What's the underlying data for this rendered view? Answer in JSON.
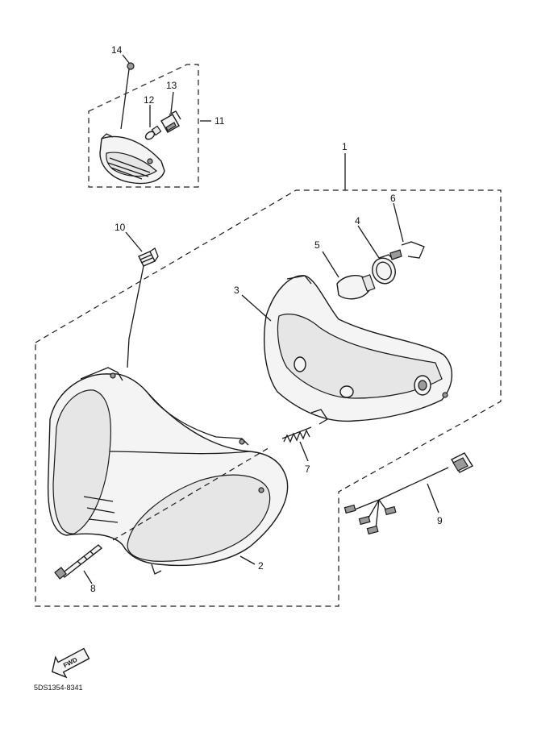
{
  "callouts": {
    "c1": "1",
    "c2": "2",
    "c3": "3",
    "c4": "4",
    "c5": "5",
    "c6": "6",
    "c7": "7",
    "c8": "8",
    "c9": "9",
    "c10": "10",
    "c11": "11",
    "c12": "12",
    "c13": "13",
    "c14": "14"
  },
  "direction_badge": "FWD",
  "diagram_code": "5DS1354-8341"
}
